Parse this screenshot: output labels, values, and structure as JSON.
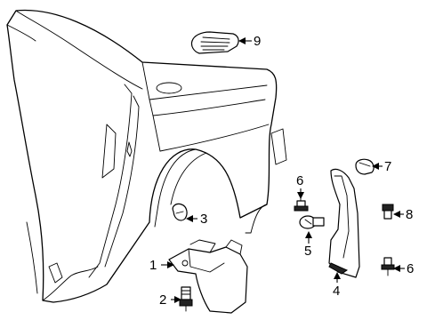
{
  "callouts": [
    {
      "id": "1",
      "label": "1"
    },
    {
      "id": "2",
      "label": "2"
    },
    {
      "id": "3",
      "label": "3"
    },
    {
      "id": "4",
      "label": "4"
    },
    {
      "id": "5",
      "label": "5"
    },
    {
      "id": "6a",
      "label": "6"
    },
    {
      "id": "6b",
      "label": "6"
    },
    {
      "id": "7",
      "label": "7"
    },
    {
      "id": "8",
      "label": "8"
    },
    {
      "id": "9",
      "label": "9"
    }
  ]
}
